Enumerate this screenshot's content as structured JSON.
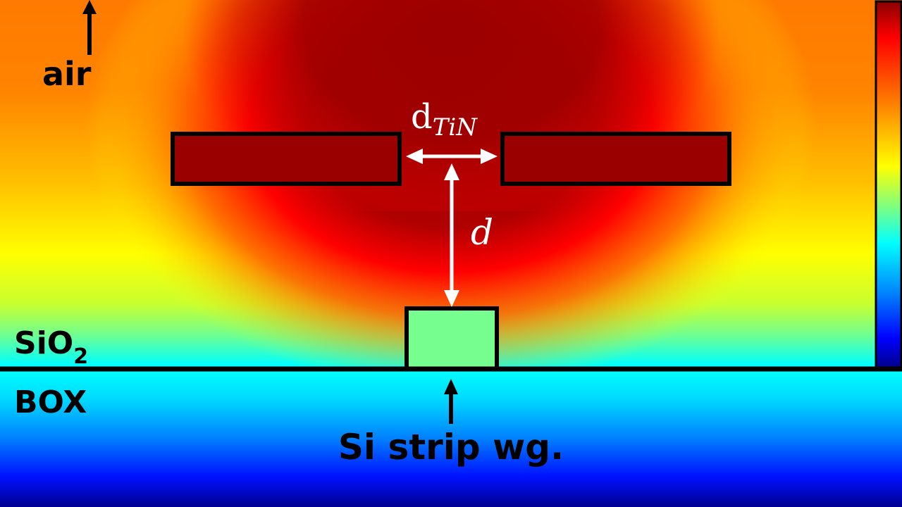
{
  "labels": {
    "air": "air",
    "sio2_main": "SiO",
    "sio2_sub": "2",
    "box": "BOX",
    "waveguide": "Si strip wg.",
    "gap_main": "d",
    "gap_sub": "TiN",
    "distance": "d"
  },
  "colorbar": {
    "colors": [
      "#8b0000",
      "#ff0000",
      "#ff8000",
      "#ffff00",
      "#80ff80",
      "#00ffff",
      "#0080ff",
      "#0000ff",
      "#00008b"
    ]
  },
  "field_colors": {
    "top": "#ff8c00",
    "mid_red": "#ff1a00",
    "core_dark": "#a10000",
    "yellow": "#f0ff00",
    "wg_green": "#70ff90",
    "cyan": "#00ffff",
    "blue": "#0000ff",
    "deep_blue": "#000090"
  }
}
